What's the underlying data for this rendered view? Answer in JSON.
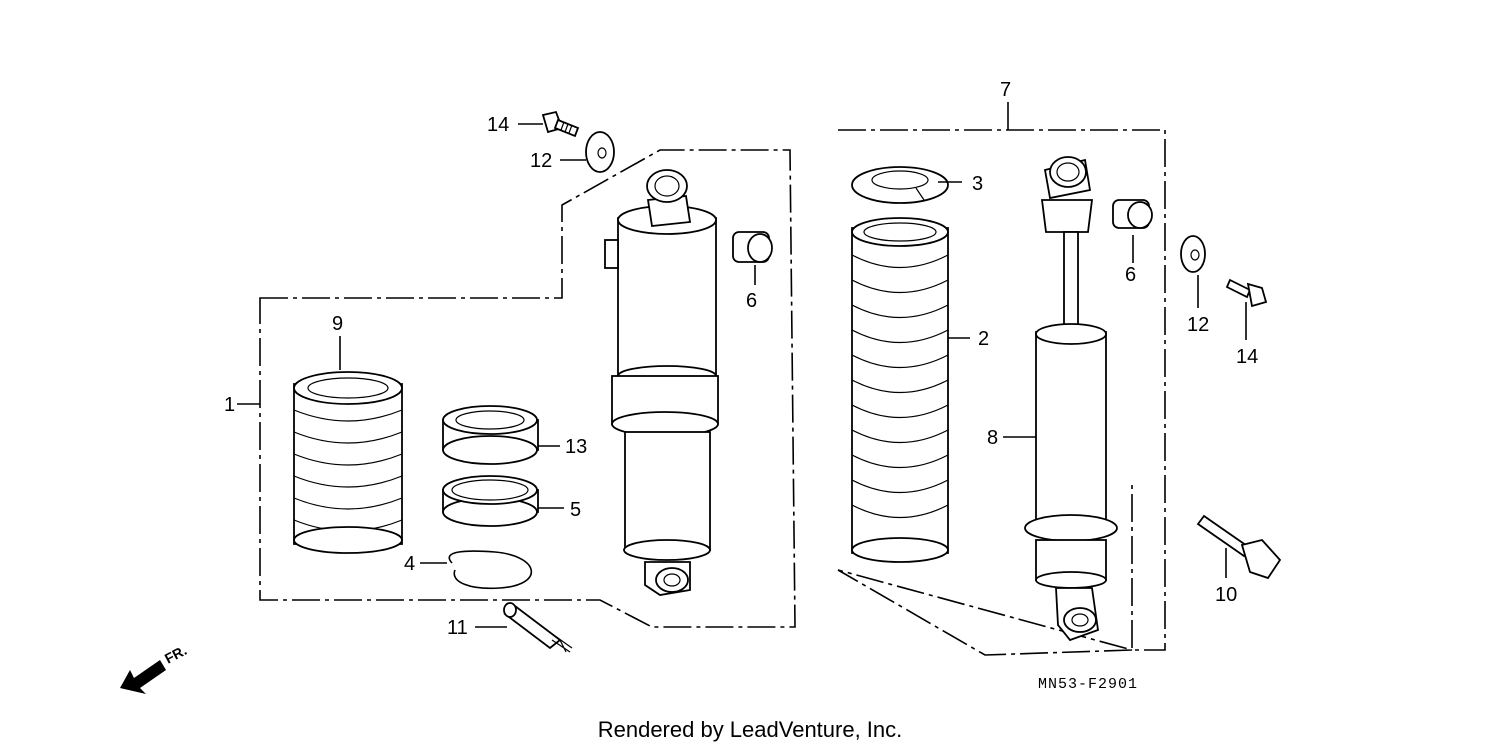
{
  "diagram": {
    "callouts": {
      "c1": "1",
      "c2": "2",
      "c3": "3",
      "c4": "4",
      "c5": "5",
      "c6a": "6",
      "c6b": "6",
      "c7": "7",
      "c8": "8",
      "c9": "9",
      "c10": "10",
      "c11": "11",
      "c12a": "12",
      "c12b": "12",
      "c13": "13",
      "c14a": "14",
      "c14b": "14"
    },
    "direction_marker": "FR.",
    "figure_code": "MN53-F2901",
    "credit": "Rendered by LeadVenture, Inc."
  }
}
